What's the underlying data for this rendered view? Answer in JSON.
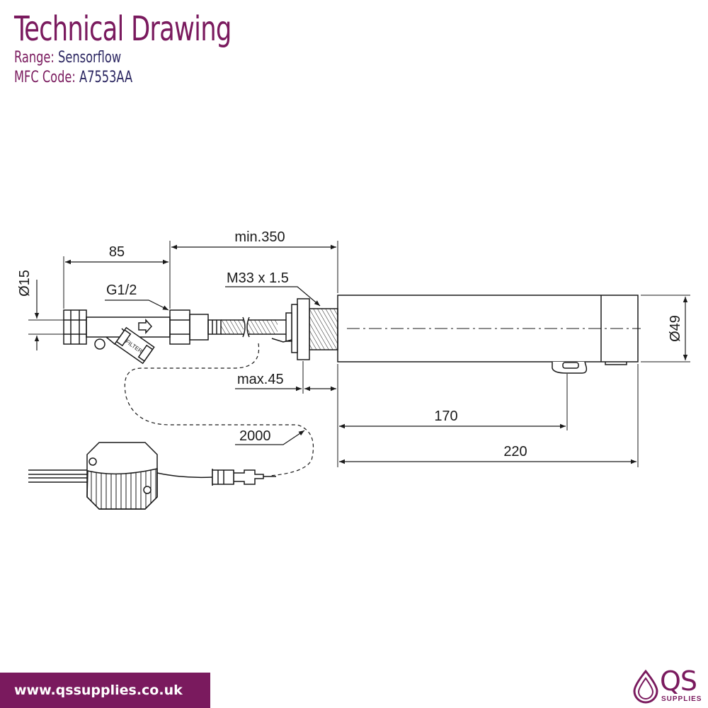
{
  "header": {
    "title": "Technical Drawing",
    "range_label": "Range:",
    "range_value": "Sensorflow",
    "mfc_label": "MFC Code:",
    "mfc_value": "A7553AA"
  },
  "dimensions": {
    "d_85": "85",
    "d_min350": "min.350",
    "d_dia15": "Ø15",
    "d_g12": "G1/2",
    "d_m33": "M33 x 1.5",
    "d_dia49": "Ø49",
    "d_max45": "max.45",
    "d_170": "170",
    "d_2000": "2000",
    "d_220": "220"
  },
  "footer": {
    "website": "www.qssupplies.co.uk",
    "logo_text": "QS",
    "logo_sub": "SUPPLIES"
  },
  "colors": {
    "brand": "#7a1a5e",
    "ink": "#1a1a1a"
  }
}
